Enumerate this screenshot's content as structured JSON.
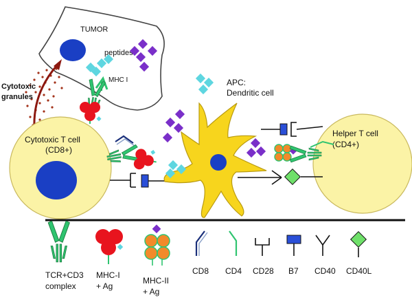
{
  "tumor": {
    "title": "TUMOR",
    "peptides_label": "peptides",
    "mhc_label": "MHC I"
  },
  "granules": {
    "line1": "Cytotoxic",
    "line2": "granules"
  },
  "apc": {
    "line1": "APC:",
    "line2": "Dendritic cell"
  },
  "ctl": {
    "line1": "Cytotoxic T cell",
    "line2": "(CD8+)"
  },
  "helper": {
    "line1": "Helper T cell",
    "line2": "(CD4+)"
  },
  "legend": {
    "tcr": {
      "line1": "TCR+CD3",
      "line2": "complex"
    },
    "mhc1": {
      "line1": "MHC-I",
      "line2": "+ Ag"
    },
    "mhc2": {
      "line1": "MHC-II",
      "line2": "+ Ag"
    },
    "cd8": "CD8",
    "cd4": "CD4",
    "cd28": "CD28",
    "b7": "B7",
    "cd40": "CD40",
    "cd40l": "CD40L"
  },
  "colors": {
    "tcell_fill": "#fbf3a6",
    "nucleus": "#1a3fc4",
    "dendritic": "#f7d51d",
    "peptide_purple": "#7a2fc9",
    "peptide_cyan": "#5ed6e0",
    "mhc_red": "#e8141e",
    "mhc_orange": "#f28a2a",
    "green": "#2fc470",
    "cd40l_green": "#6fe06a",
    "b7_blue": "#2a4fd8",
    "granule": "#a3331b",
    "arrow": "#8c1810"
  }
}
